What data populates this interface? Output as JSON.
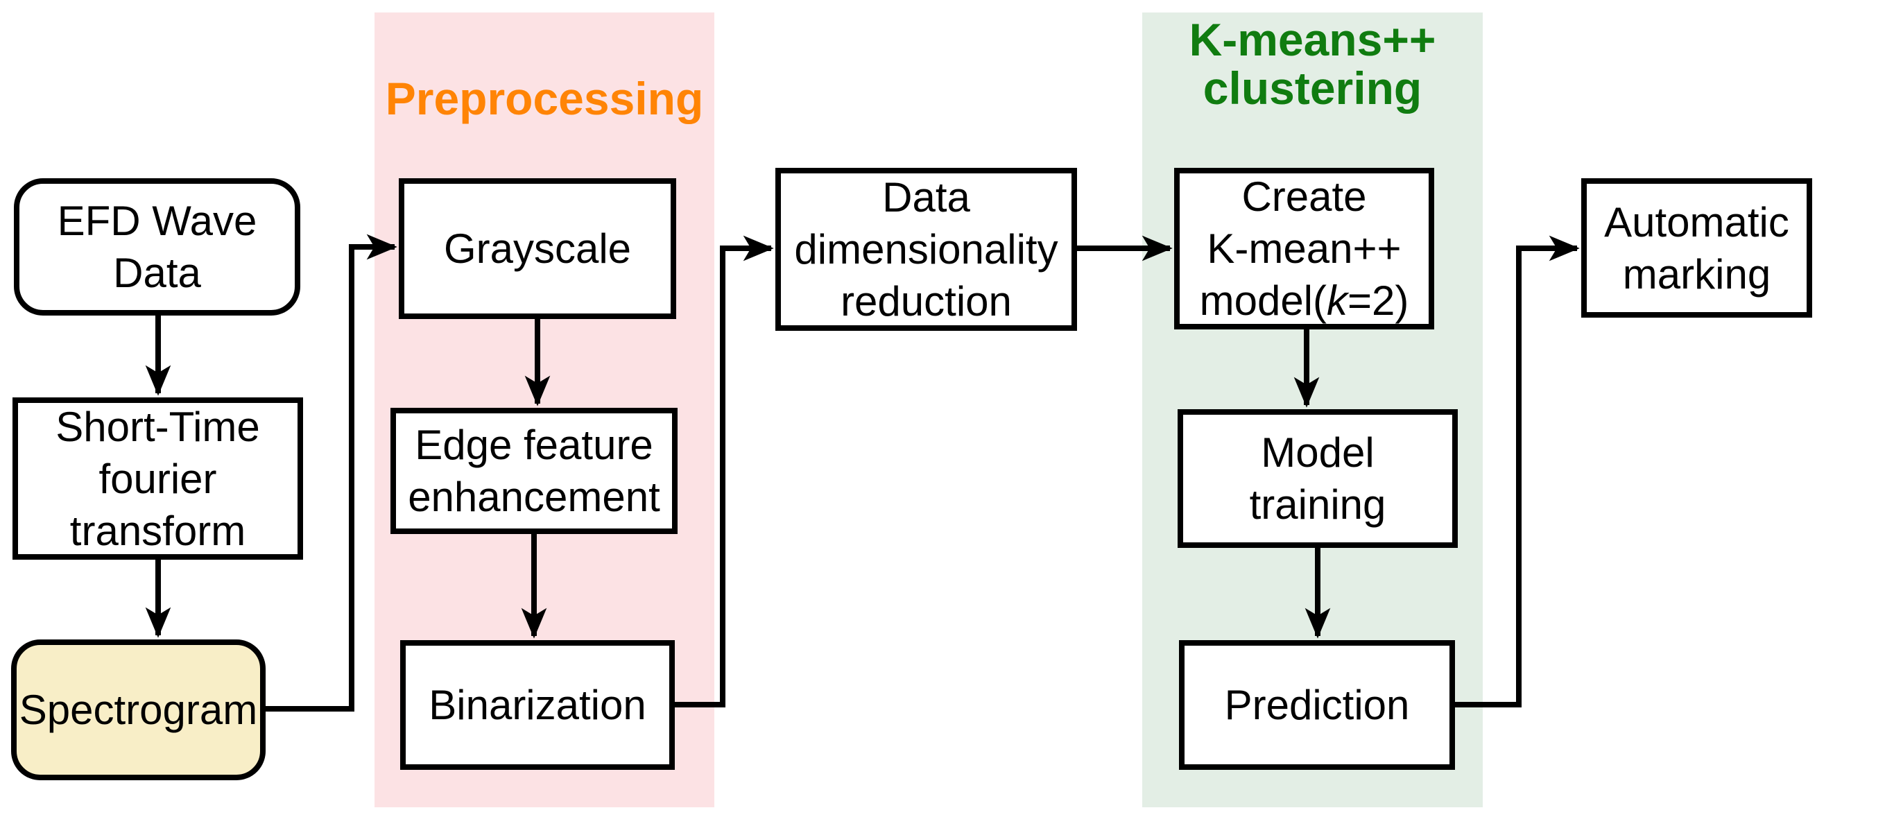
{
  "figure": {
    "description": "Flowchart of EFD wave data spectrogram processing and K-means++ clustering pipeline"
  },
  "colors": {
    "pink-band": "#fce2e4",
    "green-band": "#e3eee5",
    "orange-title": "#ff8405",
    "green-title": "#107c10",
    "node-fill": "#ffffff",
    "spectrogram-fill": "#f8eec7",
    "line": "#000000"
  },
  "sections": {
    "preprocessing": {
      "title": "Preprocessing"
    },
    "kmeans": {
      "title_line1": "K-means++",
      "title_line2": "clustering"
    }
  },
  "nodes": {
    "efd": {
      "lines": [
        "EFD Wave",
        "Data"
      ]
    },
    "stft": {
      "lines": [
        "Short-Time",
        "fourier",
        "transform"
      ]
    },
    "spectrogram": {
      "label": "Spectrogram"
    },
    "grayscale": {
      "label": "Grayscale"
    },
    "edge": {
      "lines": [
        "Edge feature",
        "enhancement"
      ]
    },
    "binarization": {
      "label": "Binarization"
    },
    "datadim": {
      "lines": [
        "Data",
        "dimensionality",
        "reduction"
      ]
    },
    "create": {
      "line1": "Create",
      "line2": "K-mean++",
      "line3_pre": "model(",
      "line3_k": "k",
      "line3_post": "=2)"
    },
    "model": {
      "lines": [
        "Model",
        "training"
      ]
    },
    "prediction": {
      "label": "Prediction"
    },
    "automatic": {
      "lines": [
        "Automatic",
        "marking"
      ]
    }
  }
}
